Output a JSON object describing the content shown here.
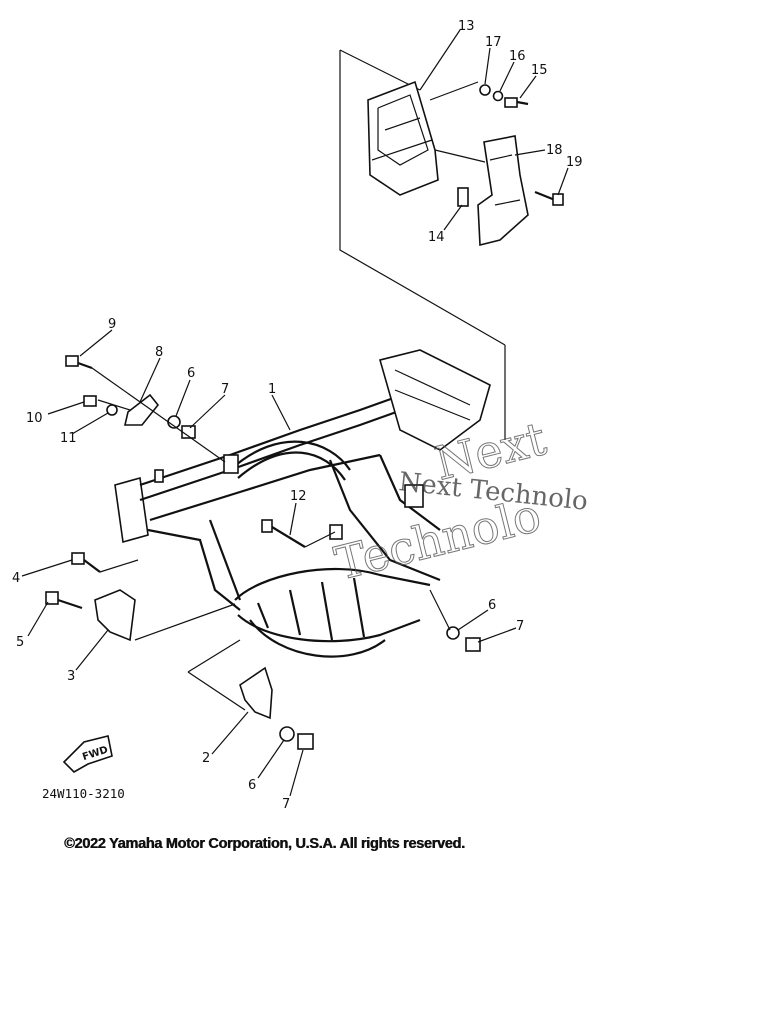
{
  "callouts": [
    {
      "id": "c1",
      "label": "1"
    },
    {
      "id": "c2",
      "label": "2"
    },
    {
      "id": "c3",
      "label": "3"
    },
    {
      "id": "c4",
      "label": "4"
    },
    {
      "id": "c5",
      "label": "5"
    },
    {
      "id": "c6a",
      "label": "6"
    },
    {
      "id": "c6b",
      "label": "6"
    },
    {
      "id": "c6c",
      "label": "6"
    },
    {
      "id": "c7a",
      "label": "7"
    },
    {
      "id": "c7b",
      "label": "7"
    },
    {
      "id": "c7c",
      "label": "7"
    },
    {
      "id": "c8",
      "label": "8"
    },
    {
      "id": "c9",
      "label": "9"
    },
    {
      "id": "c10",
      "label": "10"
    },
    {
      "id": "c11",
      "label": "11"
    },
    {
      "id": "c12",
      "label": "12"
    },
    {
      "id": "c13",
      "label": "13"
    },
    {
      "id": "c14",
      "label": "14"
    },
    {
      "id": "c15",
      "label": "15"
    },
    {
      "id": "c16",
      "label": "16"
    },
    {
      "id": "c17",
      "label": "17"
    },
    {
      "id": "c18",
      "label": "18"
    },
    {
      "id": "c19",
      "label": "19"
    }
  ],
  "fwd_label": "FWD",
  "drawing_code": "24W110-3210",
  "watermark": {
    "line1": "Next Technolo",
    "line2": "Next",
    "line3": "Technolo"
  },
  "copyright": "©2022 Yamaha Motor Corporation, U.S.A. All rights reserved."
}
